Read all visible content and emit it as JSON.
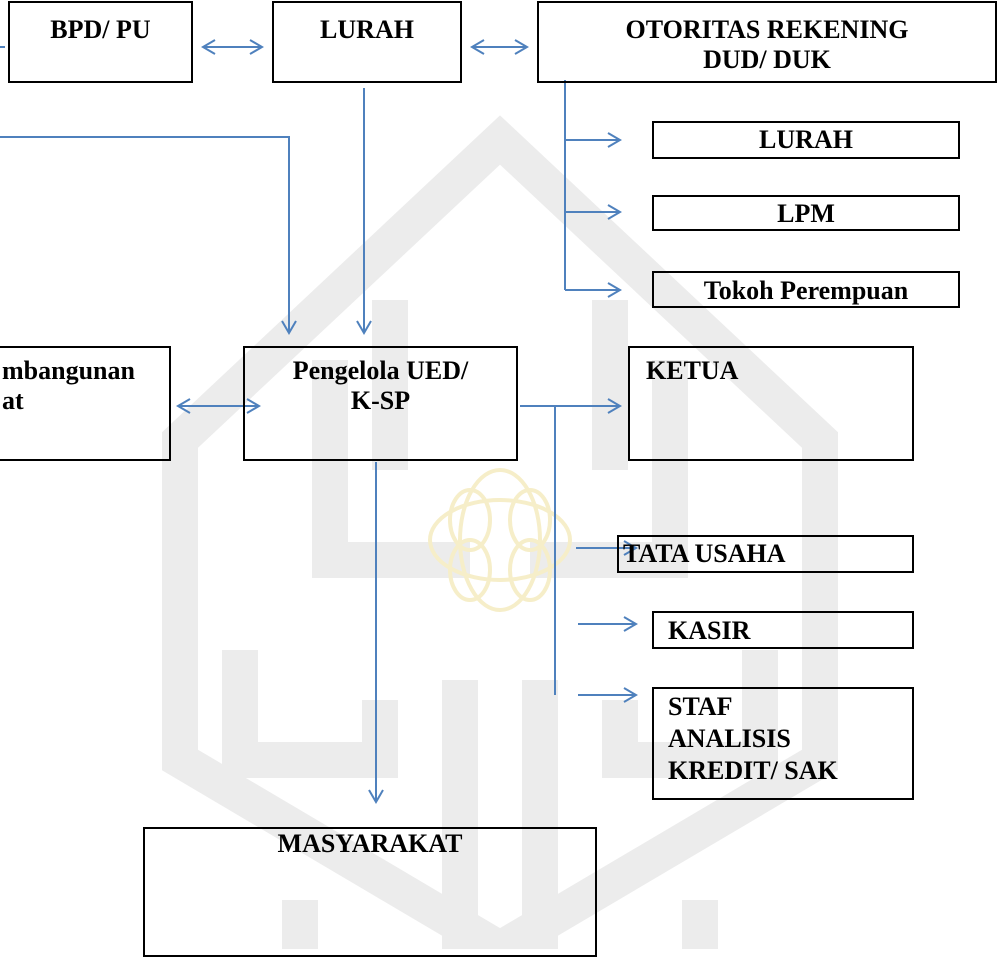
{
  "nodes": {
    "bpd_pu": {
      "lines": [
        "BPD/ PU"
      ]
    },
    "lurah_top": {
      "lines": [
        "LURAH"
      ]
    },
    "otoritas": {
      "lines": [
        "OTORITAS REKENING",
        "DUD/ DUK"
      ]
    },
    "lurah_sub": {
      "lines": [
        "LURAH"
      ]
    },
    "lpm": {
      "lines": [
        "LPM"
      ]
    },
    "tokoh": {
      "lines": [
        "Tokoh Perempuan"
      ]
    },
    "pembangunan": {
      "lines": [
        "mbangunan",
        "at"
      ]
    },
    "pengelola": {
      "lines": [
        "Pengelola UED/",
        "K-SP"
      ]
    },
    "ketua": {
      "lines": [
        "KETUA"
      ]
    },
    "tata_usaha": {
      "lines": [
        "TATA USAHA"
      ]
    },
    "kasir": {
      "lines": [
        "KASIR"
      ]
    },
    "staf": {
      "lines": [
        "STAF",
        "ANALISIS",
        "KREDIT/ SAK"
      ]
    },
    "masyarakat": {
      "lines": [
        "MASYARAKAT"
      ]
    }
  },
  "colors": {
    "connector": "#4f81bd",
    "box_border": "#000000",
    "watermark_gray": "#e9e9e9",
    "watermark_gold": "#f7f0cf"
  }
}
